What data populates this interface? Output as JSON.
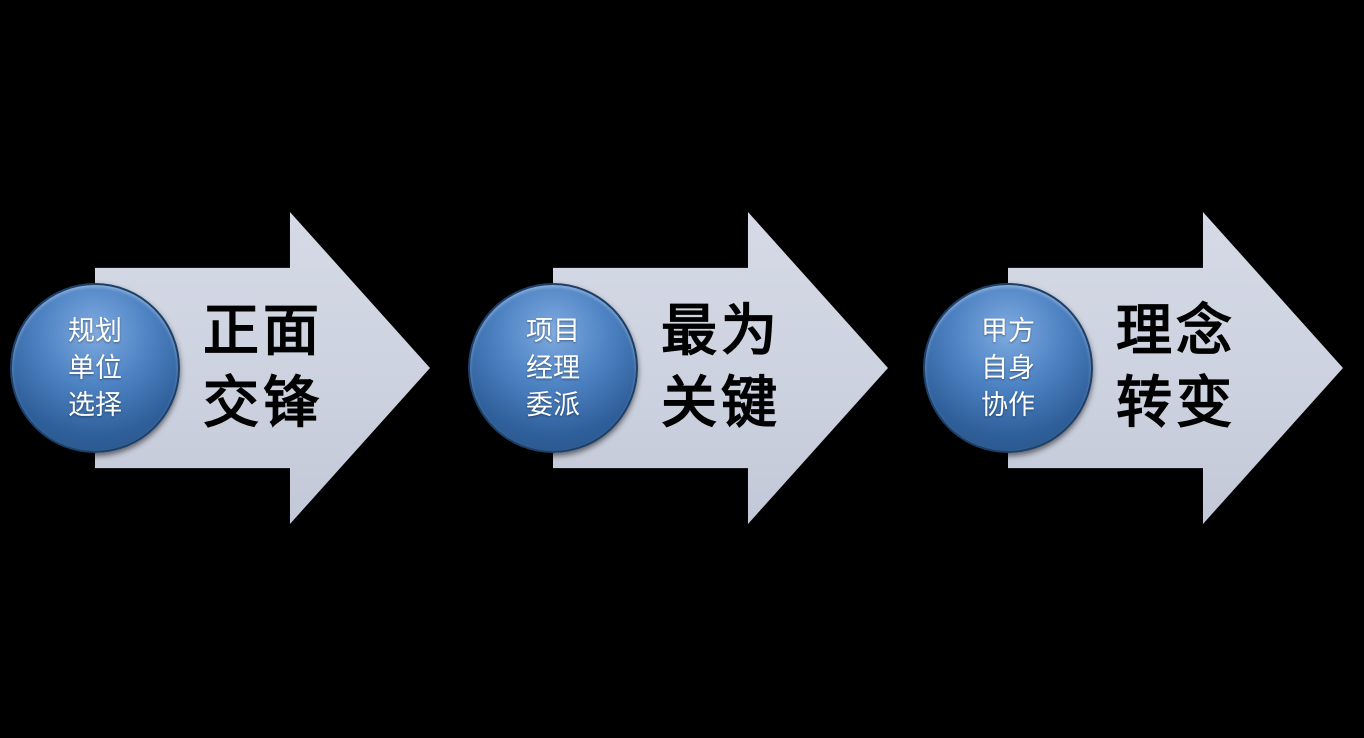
{
  "diagram": {
    "background_color": "#000000",
    "arrow_color": "#cdd2e0",
    "circle_color_top": "#7fabe0",
    "circle_color_bottom": "#27517f",
    "steps": [
      {
        "circle_text": "规划\n单位\n选择",
        "label": "正面\n交锋"
      },
      {
        "circle_text": "项目\n经理\n委派",
        "label": "最为\n关键"
      },
      {
        "circle_text": "甲方\n自身\n协作",
        "label": "理念\n转变"
      }
    ]
  }
}
